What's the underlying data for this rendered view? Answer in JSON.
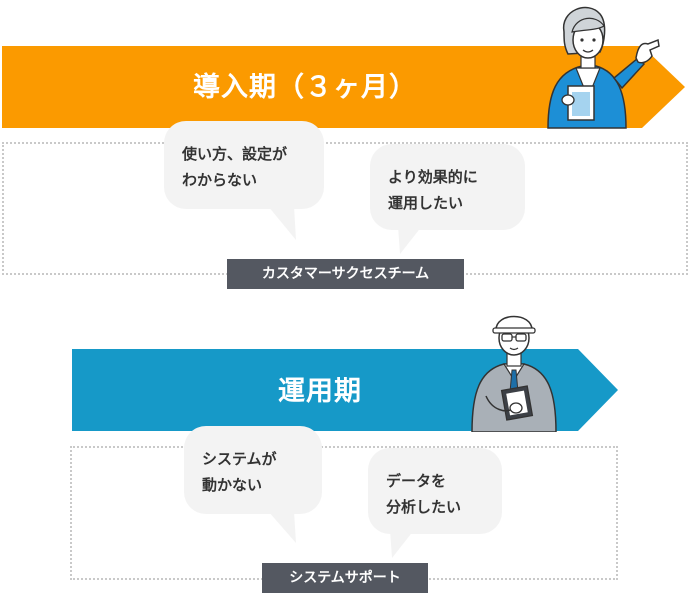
{
  "colors": {
    "phase1": "#fb9a00",
    "phase2": "#1699c8",
    "bubble": "#f3f3f3",
    "label_bg": "#545861",
    "dotted": "#c9c9c9"
  },
  "phases": [
    {
      "title": "導入期（３ヶ月）",
      "bubbles": [
        {
          "line1": "使い方、設定が",
          "line2": "わからない"
        },
        {
          "line1": "より効果的に",
          "line2": "運用したい"
        }
      ],
      "team": "カスタマーサクセスチーム",
      "icon": "woman-presenter-icon"
    },
    {
      "title": "運用期",
      "bubbles": [
        {
          "line1": "システムが",
          "line2": "動かない"
        },
        {
          "line1": "データを",
          "line2": "分析したい"
        }
      ],
      "team": "システムサポート",
      "icon": "engineer-with-clipboard-icon"
    }
  ]
}
